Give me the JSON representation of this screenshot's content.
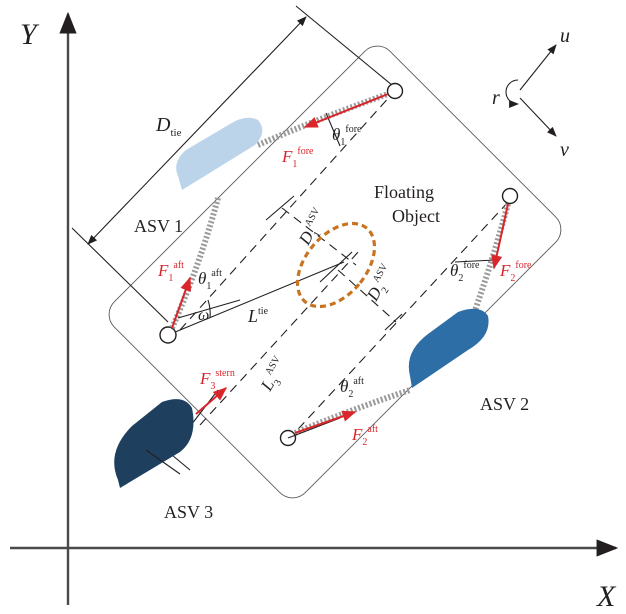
{
  "axes": {
    "y_label": "Y",
    "x_label": "X"
  },
  "body_frame": {
    "u_label": "u",
    "v_label": "v",
    "r_label": "r"
  },
  "labels": {
    "d_tie": {
      "base": "D",
      "sub": "tie"
    },
    "l_tie": {
      "base": "L",
      "sup": "tie"
    },
    "l3_asv": {
      "base": "L",
      "sub": "3",
      "sup": "ASV"
    },
    "d1_asv": {
      "base": "D",
      "sub": "1",
      "sup": "ASV"
    },
    "d2_asv": {
      "base": "D",
      "sub": "2",
      "sup": "ASV"
    },
    "omega": "ω",
    "theta1_fore": {
      "base": "θ",
      "sub": "1",
      "sup": "fore"
    },
    "theta1_aft": {
      "base": "θ",
      "sub": "1",
      "sup": "aft"
    },
    "theta2_fore": {
      "base": "θ",
      "sub": "2",
      "sup": "fore"
    },
    "theta2_aft": {
      "base": "θ",
      "sub": "2",
      "sup": "aft"
    },
    "f1_fore": {
      "base": "F",
      "sub": "1",
      "sup": "fore"
    },
    "f1_aft": {
      "base": "F",
      "sub": "1",
      "sup": "aft"
    },
    "f2_fore": {
      "base": "F",
      "sub": "2",
      "sup": "fore"
    },
    "f2_aft": {
      "base": "F",
      "sub": "2",
      "sup": "aft"
    },
    "f3_stern": {
      "base": "F",
      "sub": "3",
      "sup": "stern"
    }
  },
  "vessels": {
    "asv1": "ASV 1",
    "asv2": "ASV 2",
    "asv3": "ASV 3"
  },
  "object": {
    "line1": "Floating",
    "line2": "Object"
  },
  "colors": {
    "asv1": "#bcd4ea",
    "asv2": "#2e6ea6",
    "asv3": "#1f3f5f",
    "object_outline": "#c8731f",
    "force": "#d9262b",
    "ink": "#231f20"
  }
}
